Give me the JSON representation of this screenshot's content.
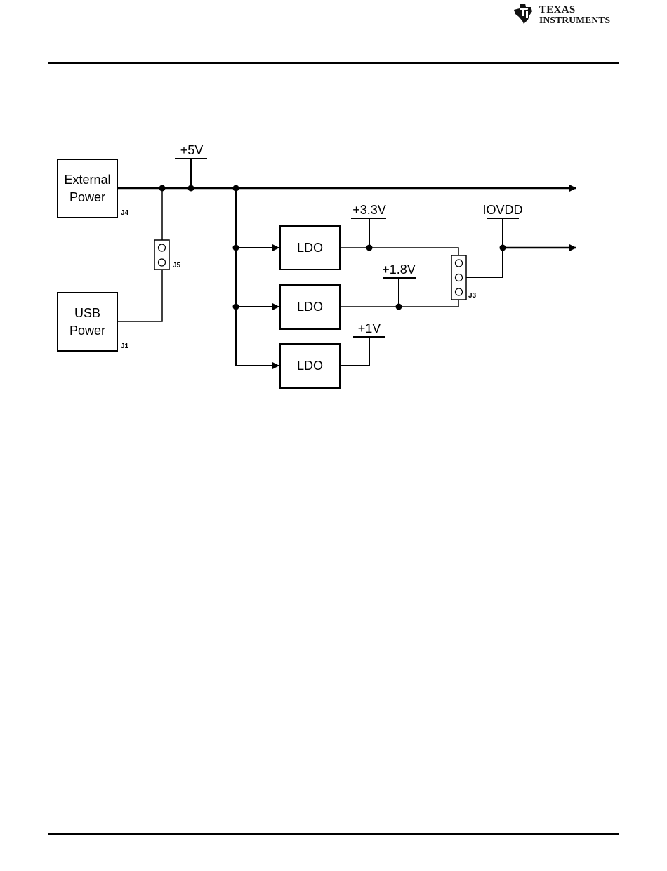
{
  "header": {
    "logo": {
      "line1": "Texas",
      "line2": "Instruments",
      "icon": "ti-state-logo-icon"
    }
  },
  "diagram": {
    "blocks": {
      "external_power": {
        "line1": "External",
        "line2": "Power",
        "connector": "J4"
      },
      "usb_power": {
        "line1": "USB",
        "line2": "Power",
        "connector": "J1"
      },
      "ldo_1": "LDO",
      "ldo_2": "LDO",
      "ldo_3": "LDO"
    },
    "jumpers": {
      "j5": "J5",
      "j3": "J3"
    },
    "rails": {
      "v5": "+5V",
      "v3_3": "+3.3V",
      "v1_8": "+1.8V",
      "v1": "+1V",
      "iovdd": "IOVDD"
    }
  }
}
